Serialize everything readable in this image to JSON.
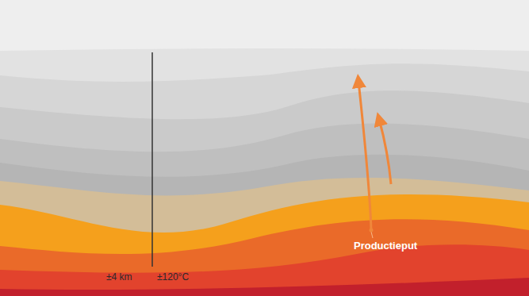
{
  "diagram": {
    "labels": [
      "±4 km",
      "±120°C",
      "Productieput"
    ]
  }
}
